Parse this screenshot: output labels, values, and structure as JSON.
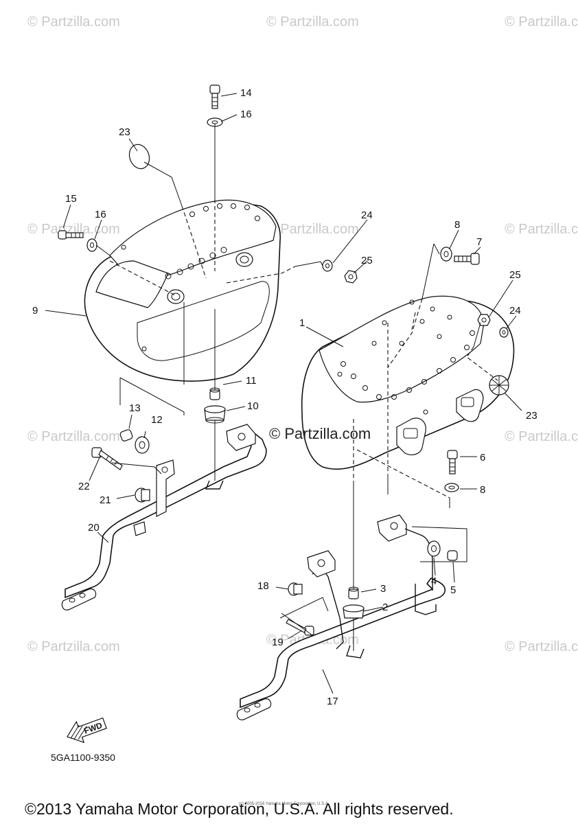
{
  "watermark": {
    "text": "© Partzilla.com"
  },
  "center_watermark": {
    "text": "© Partzilla.com"
  },
  "callouts": {
    "c1": "1",
    "c2": "2",
    "c3": "3",
    "c4": "4",
    "c5": "5",
    "c6": "6",
    "c7": "7",
    "c8a": "8",
    "c8b": "8",
    "c9": "9",
    "c10": "10",
    "c11": "11",
    "c12": "12",
    "c13": "13",
    "c14": "14",
    "c15": "15",
    "c16a": "16",
    "c16b": "16",
    "c17": "17",
    "c18": "18",
    "c19": "19",
    "c20": "20",
    "c21": "21",
    "c22": "22",
    "c23a": "23",
    "c23b": "23",
    "c24a": "24",
    "c24b": "24",
    "c25a": "25",
    "c25b": "25"
  },
  "fwd_label": "FWD",
  "part_code": "5GA1100-9350",
  "tiny_notice": "(c) 2005-2016 Yamaha Motor Corporation, U.S.A.",
  "copyright": "©2013 Yamaha Motor Corporation, U.S.A. All rights reserved."
}
